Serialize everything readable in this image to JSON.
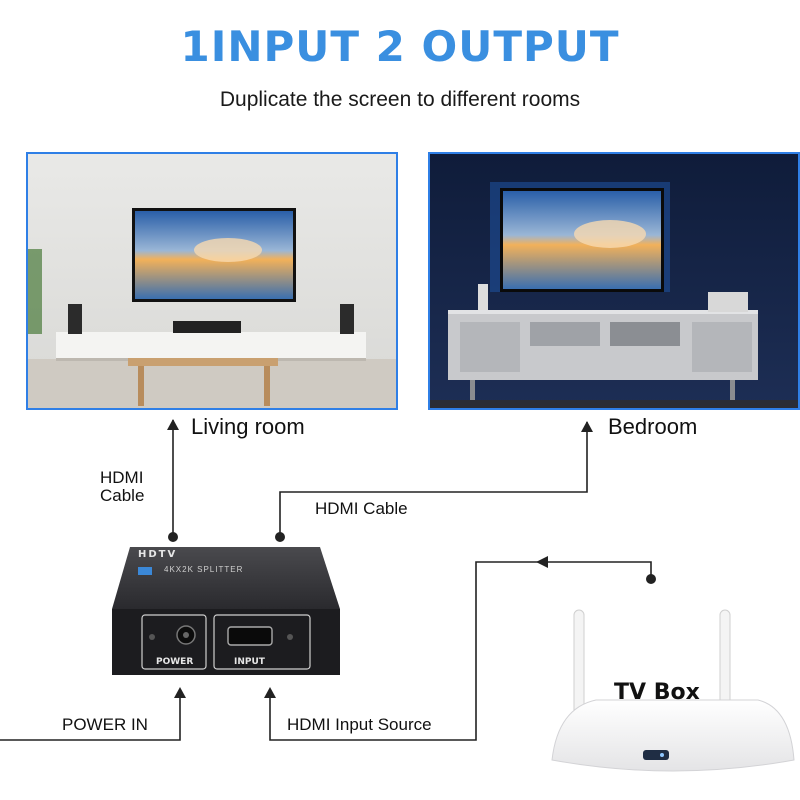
{
  "header": {
    "title": "1INPUT 2 OUTPUT",
    "subtitle": "Duplicate the screen to different rooms"
  },
  "rooms": {
    "living_room": "Living room",
    "bedroom": "Bedroom"
  },
  "labels": {
    "hdmi_cable_left_line1": "HDMI",
    "hdmi_cable_left_line2": "Cable",
    "hdmi_cable_right": "HDMI Cable",
    "power_in": "POWER IN",
    "hdmi_input_source": "HDMI Input Source",
    "tv_box": "TV Box"
  },
  "device": {
    "brand": "HDTV",
    "model": "4KX2K SPLITTER",
    "power_port": "POWER",
    "input_port": "INPUT"
  },
  "colors": {
    "title": "#3a8fe0",
    "photo_border": "#2f7fe6"
  }
}
